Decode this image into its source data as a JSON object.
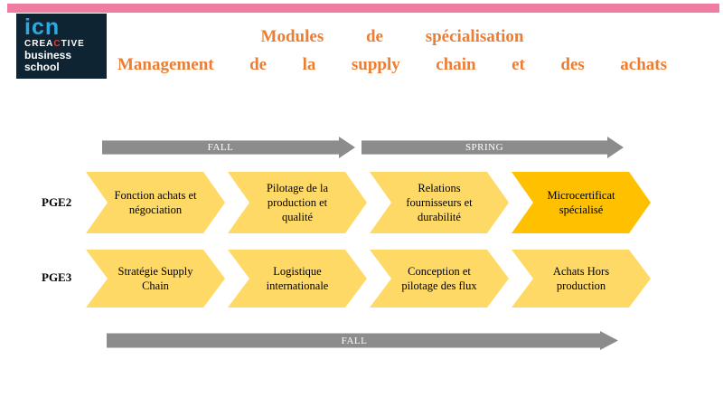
{
  "logo": {
    "name": "icn",
    "brand_prefix": "crea",
    "brand_accent": "c",
    "brand_suffix": "tive",
    "line_business": "business",
    "line_school": "school"
  },
  "title": {
    "line1": "Modules de spécialisation",
    "line2": "Management de la supply chain et des achats"
  },
  "arrows": {
    "fall_top": "FALL",
    "spring_top": "SPRING",
    "fall_bottom": "FALL"
  },
  "rows": [
    {
      "label": "PGE2",
      "items": [
        {
          "text": "Fonction achats et négociation",
          "highlight": false
        },
        {
          "text": "Pilotage de la production et qualité",
          "highlight": false
        },
        {
          "text": "Relations fournisseurs et durabilité",
          "highlight": false
        },
        {
          "text": "Microcertificat spécialisé",
          "highlight": true
        }
      ]
    },
    {
      "label": "PGE3",
      "items": [
        {
          "text": "Stratégie Supply Chain",
          "highlight": false
        },
        {
          "text": "Logistique internationale",
          "highlight": false
        },
        {
          "text": "Conception et pilotage des flux",
          "highlight": false
        },
        {
          "text": "Achats Hors production",
          "highlight": false
        }
      ]
    }
  ],
  "colors": {
    "pink_accent": "#EF7CA1",
    "title_orange": "#ED7D31",
    "chevron_gold": "#FFD966",
    "chevron_highlight": "#FFC000",
    "arrow_gray": "#8C8C8C",
    "logo_navy": "#0E2433",
    "logo_blue": "#2EA9E0",
    "logo_red": "#E8392E"
  }
}
